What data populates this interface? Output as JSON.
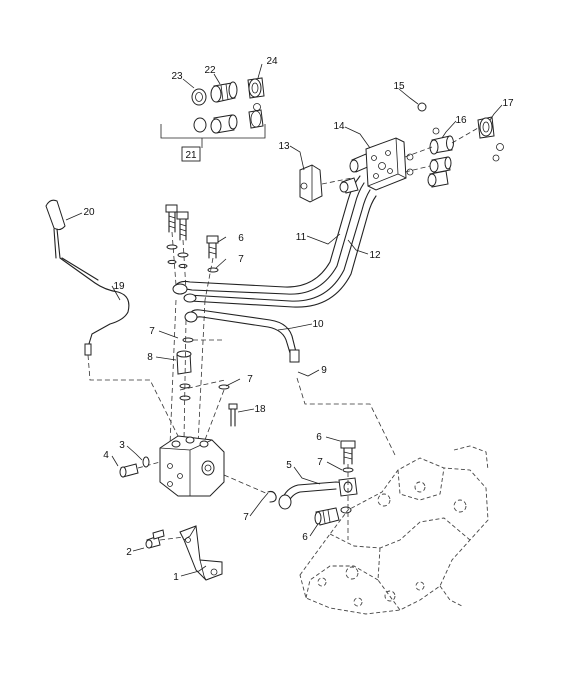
{
  "callouts": [
    {
      "id": "c1",
      "text": "1"
    },
    {
      "id": "c2",
      "text": "2"
    },
    {
      "id": "c3",
      "text": "3"
    },
    {
      "id": "c4",
      "text": "4"
    },
    {
      "id": "c5",
      "text": "5"
    },
    {
      "id": "c6a",
      "text": "6"
    },
    {
      "id": "c6b",
      "text": "6"
    },
    {
      "id": "c6c",
      "text": "6"
    },
    {
      "id": "c7a",
      "text": "7"
    },
    {
      "id": "c7b",
      "text": "7"
    },
    {
      "id": "c7c",
      "text": "7"
    },
    {
      "id": "c7d",
      "text": "7"
    },
    {
      "id": "c7e",
      "text": "7"
    },
    {
      "id": "c8",
      "text": "8"
    },
    {
      "id": "c9",
      "text": "9"
    },
    {
      "id": "c10",
      "text": "10"
    },
    {
      "id": "c11",
      "text": "11"
    },
    {
      "id": "c12",
      "text": "12"
    },
    {
      "id": "c13",
      "text": "13"
    },
    {
      "id": "c14",
      "text": "14"
    },
    {
      "id": "c15",
      "text": "15"
    },
    {
      "id": "c16",
      "text": "16"
    },
    {
      "id": "c17",
      "text": "17"
    },
    {
      "id": "c18",
      "text": "18"
    },
    {
      "id": "c19",
      "text": "19"
    },
    {
      "id": "c20",
      "text": "20"
    },
    {
      "id": "c21",
      "text": "21"
    },
    {
      "id": "c22",
      "text": "22"
    },
    {
      "id": "c23",
      "text": "23"
    },
    {
      "id": "c24",
      "text": "24"
    }
  ],
  "colors": {
    "line": "#222222",
    "background": "#ffffff"
  }
}
